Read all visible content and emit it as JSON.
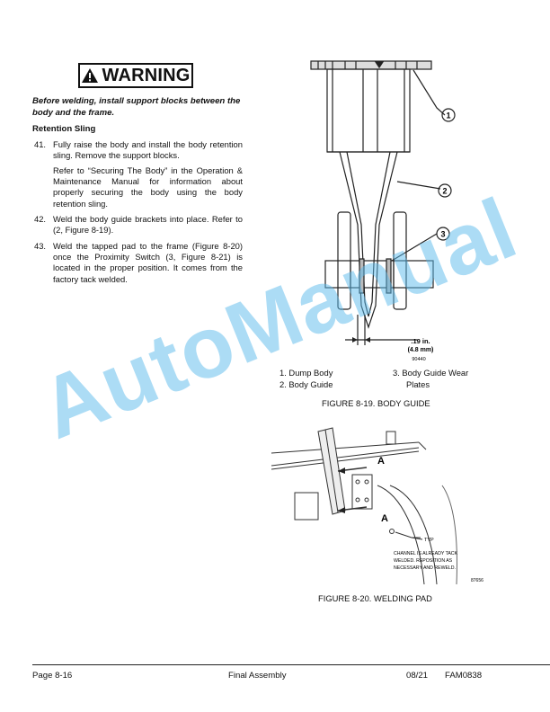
{
  "warning": {
    "label": "WARNING",
    "note": "Before welding, install support blocks between the body and the frame."
  },
  "section": {
    "heading": "Retention Sling",
    "steps": [
      {
        "num": "41.",
        "text": "Fully raise the body and install the body retention sling. Remove the support blocks."
      },
      {
        "num": "42.",
        "text": "Weld the body guide brackets into place. Refer to (2, Figure 8-19)."
      },
      {
        "num": "43.",
        "text": "Weld the tapped pad to the frame (Figure 8-20) once the Proximity Switch (3, Figure 8-21) is located in the proper position. It comes from the factory tack welded."
      }
    ],
    "step41_note": "Refer to “Securing The Body” in the Operation & Maintenance Manual for information about properly securing the body using the body retention sling."
  },
  "figure19": {
    "callouts": [
      "1",
      "2",
      "3"
    ],
    "dimension_line1": ".19 in.",
    "dimension_line2": "(4.8 mm)",
    "drawing_number": "90440",
    "legend": [
      "1. Dump Body",
      "2. Body Guide",
      "3. Body Guide Wear",
      "Plates"
    ],
    "caption": "FIGURE 8-19. BODY GUIDE"
  },
  "figure20": {
    "section_label_top": "A",
    "section_label_bottom": "A",
    "typ_label": "TYP",
    "note_lines": [
      "CHANNEL IS ALREADY TACK",
      "WELDED. REPOSITION AS",
      "NECESSARY AND REWELD."
    ],
    "drawing_number": "87656",
    "caption": "FIGURE 8-20. WELDING PAD"
  },
  "watermark": "AutoManual",
  "footer": {
    "page": "Page 8-16",
    "section": "Final Assembly",
    "date": "08/21",
    "doc": "FAM0838"
  },
  "colors": {
    "watermark": "#5ab9eb",
    "ink": "#111111"
  }
}
